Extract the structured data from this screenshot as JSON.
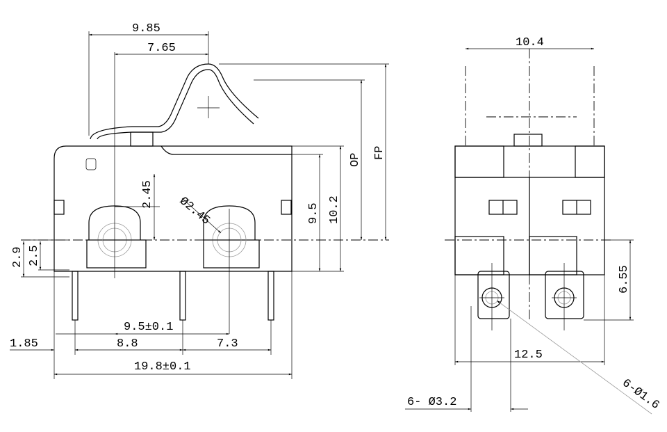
{
  "drawing": {
    "side_view": {
      "dims": {
        "lever_to_edge": "9.85",
        "lever_to_hole": "7.65",
        "op": "OP",
        "fp": "FP",
        "hole_height": "2.45",
        "hole_dia": "Ø2.45",
        "body_height_a": "9.5",
        "body_height_b": "10.2",
        "offset_a": "2.9",
        "offset_b": "2.5",
        "hole_pitch": "9.5±0.1",
        "edge_offset": "1.85",
        "pin_pitch_a": "8.8",
        "pin_pitch_b": "7.3",
        "body_length": "19.8±0.1"
      }
    },
    "end_view": {
      "dims": {
        "width": "10.4",
        "terminal_height": "6.55",
        "overall_width": "12.5",
        "terminal_hole": "6- Ø3.2",
        "pin_hole": "6-Ø1.6"
      }
    }
  }
}
